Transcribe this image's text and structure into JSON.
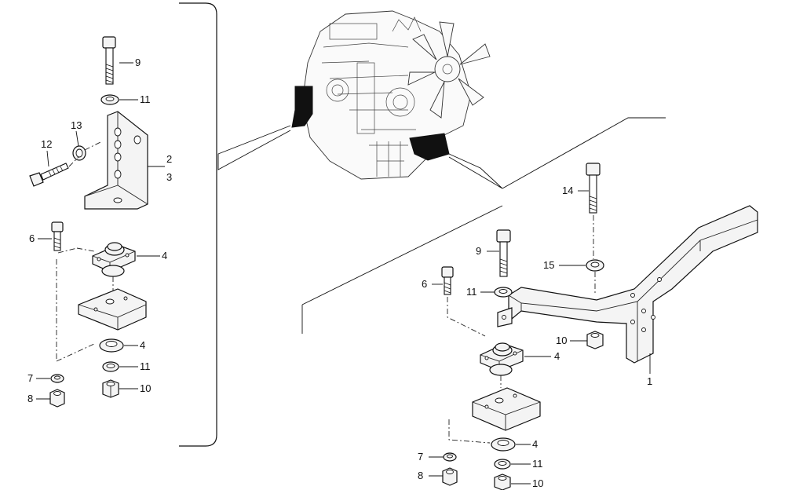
{
  "callouts": {
    "left": {
      "bolt_top": "9",
      "washer_top": "11",
      "spacer": "13",
      "bolt_side": "12",
      "bracket_a": "2",
      "bracket_b": "3",
      "bolt_mount": "6",
      "mount": "4",
      "lower_washer": "4",
      "washer_mid": "11",
      "nut_right": "10",
      "washer_small": "7",
      "nut_left": "8"
    },
    "right": {
      "bolt_long": "14",
      "washer_frame": "15",
      "bolt_top": "9",
      "washer_top": "11",
      "bolt_mount": "6",
      "nut_frame": "10",
      "mount": "4",
      "frame": "1",
      "lower_washer": "4",
      "washer_small": "7",
      "washer_mid": "11",
      "nut_left": "8",
      "nut_right": "10"
    }
  }
}
